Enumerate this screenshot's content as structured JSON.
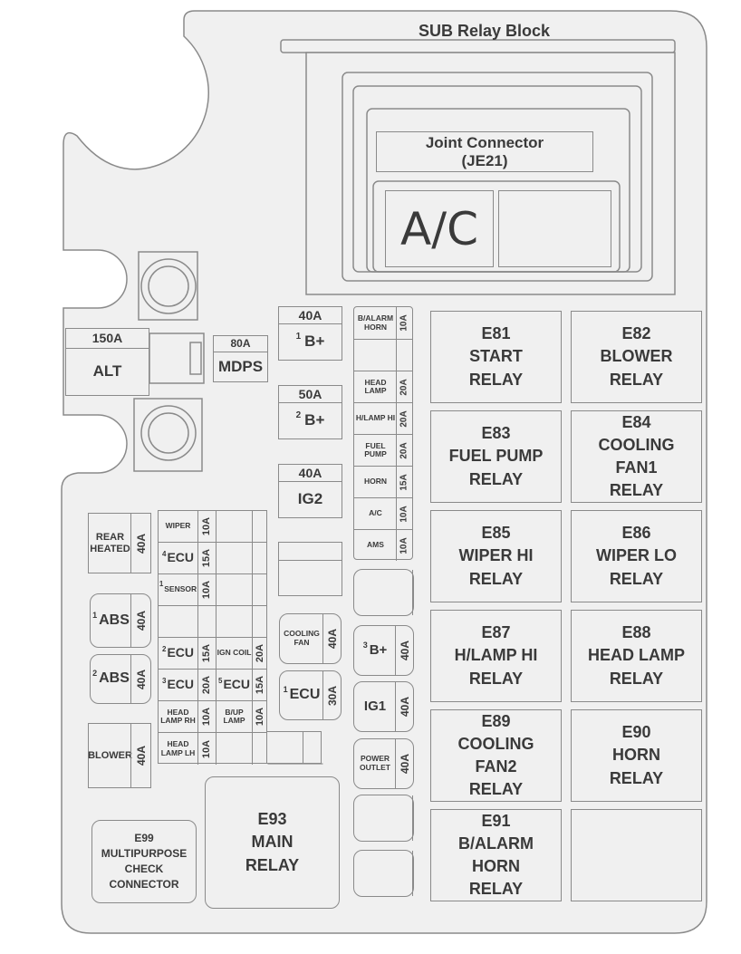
{
  "title": "SUB Relay Block",
  "joint_connector": {
    "line1": "Joint Connector",
    "line2": "(JE21)"
  },
  "ac_label": "A/C",
  "alt": {
    "rating": "150A",
    "label": "ALT"
  },
  "mdps": {
    "rating": "80A",
    "label": "MDPS"
  },
  "fuses_top": [
    {
      "rating": "40A",
      "num": "1",
      "label": "B+"
    },
    {
      "rating": "50A",
      "num": "2",
      "label": "B+"
    },
    {
      "rating": "40A",
      "num": "",
      "label": "IG2"
    },
    {
      "rating": "",
      "num": "",
      "label": ""
    }
  ],
  "mid_column": [
    {
      "label": "B/ALARM HORN",
      "rating": "10A"
    },
    {
      "label": "",
      "rating": ""
    },
    {
      "label": "HEAD LAMP",
      "rating": "20A"
    },
    {
      "label": "H/LAMP HI",
      "rating": "20A"
    },
    {
      "label": "FUEL PUMP",
      "rating": "20A"
    },
    {
      "label": "HORN",
      "rating": "15A"
    },
    {
      "label": "A/C",
      "rating": "10A"
    },
    {
      "label": "AMS",
      "rating": "10A"
    }
  ],
  "mid_rounded": [
    {
      "num": "",
      "label": "",
      "rating": ""
    },
    {
      "num": "3",
      "label": "B+",
      "rating": "40A"
    },
    {
      "num": "",
      "label": "IG1",
      "rating": "40A"
    },
    {
      "num": "",
      "label": "POWER OUTLET",
      "rating": "40A"
    },
    {
      "num": "",
      "label": "",
      "rating": ""
    },
    {
      "num": "",
      "label": "",
      "rating": ""
    }
  ],
  "left_large": [
    {
      "num": "",
      "label": "REAR HEATED",
      "rating": "40A"
    },
    {
      "num": "1",
      "label": "ABS",
      "rating": "40A"
    },
    {
      "num": "2",
      "label": "ABS",
      "rating": "40A"
    },
    {
      "num": "",
      "label": "BLOWER",
      "rating": "40A"
    }
  ],
  "center_fuses": [
    {
      "num": "",
      "label": "COOLING FAN",
      "rating": "40A"
    },
    {
      "num": "1",
      "label": "ECU",
      "rating": "30A"
    }
  ],
  "grid": [
    {
      "num": "",
      "label": "WIPER",
      "rating": "10A",
      "num2": "",
      "label2": "",
      "rating2": ""
    },
    {
      "num": "4",
      "label": "ECU",
      "rating": "15A",
      "num2": "",
      "label2": "",
      "rating2": ""
    },
    {
      "num": "1",
      "label": "SENSOR",
      "rating": "10A",
      "num2": "",
      "label2": "",
      "rating2": ""
    },
    {
      "num": "",
      "label": "",
      "rating": "",
      "num2": "",
      "label2": "",
      "rating2": ""
    },
    {
      "num": "2",
      "label": "ECU",
      "rating": "15A",
      "num2": "",
      "label2": "IGN COIL",
      "rating2": "20A"
    },
    {
      "num": "3",
      "label": "ECU",
      "rating": "20A",
      "num2": "5",
      "label2": "ECU",
      "rating2": "15A"
    },
    {
      "num": "",
      "label": "HEAD LAMP RH",
      "rating": "10A",
      "num2": "",
      "label2": "B/UP LAMP",
      "rating2": "10A"
    },
    {
      "num": "",
      "label": "HEAD LAMP LH",
      "rating": "10A",
      "num2": "",
      "label2": "",
      "rating2": ""
    }
  ],
  "relays": [
    {
      "lines": [
        "E81",
        "START",
        "RELAY"
      ]
    },
    {
      "lines": [
        "E82",
        "BLOWER",
        "RELAY"
      ]
    },
    {
      "lines": [
        "E83",
        "FUEL PUMP",
        "RELAY"
      ]
    },
    {
      "lines": [
        "E84",
        "COOLING",
        "FAN1",
        "RELAY"
      ]
    },
    {
      "lines": [
        "E85",
        "WIPER HI",
        "RELAY"
      ]
    },
    {
      "lines": [
        "E86",
        "WIPER LO",
        "RELAY"
      ]
    },
    {
      "lines": [
        "E87",
        "H/LAMP HI",
        "RELAY"
      ]
    },
    {
      "lines": [
        "E88",
        "HEAD LAMP",
        "RELAY"
      ]
    },
    {
      "lines": [
        "E89",
        "COOLING",
        "FAN2",
        "RELAY"
      ]
    },
    {
      "lines": [
        "E90",
        "HORN",
        "RELAY"
      ]
    },
    {
      "lines": [
        "E91",
        "B/ALARM",
        "HORN",
        "RELAY"
      ]
    },
    {
      "lines": []
    }
  ],
  "main_relay": {
    "lines": [
      "E93",
      "MAIN",
      "RELAY"
    ]
  },
  "check_connector": {
    "lines": [
      "E99",
      "MULTIPURPOSE",
      "CHECK",
      "CONNECTOR"
    ]
  }
}
